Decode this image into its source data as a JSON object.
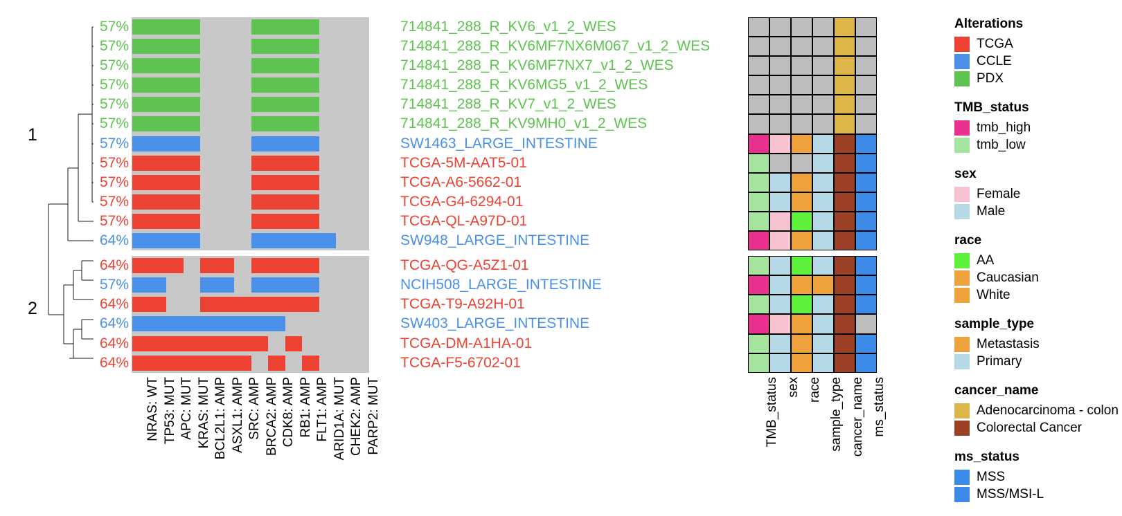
{
  "chart_data": {
    "type": "heatmap",
    "title": "",
    "description": "Oncoprint / clustered mutation-amplification heatmap of colorectal samples with clinical annotation tracks",
    "genes": [
      "NRAS: WT",
      "TP53: MUT",
      "APC: MUT",
      "KRAS: MUT",
      "BCL2L1: AMP",
      "ASXL1: AMP",
      "SRC: AMP",
      "BRCA2: AMP",
      "CDK8: AMP",
      "RB1: AMP",
      "FLT1: AMP",
      "ARID1A: MUT",
      "CHEK2: AMP",
      "PARP2: MUT"
    ],
    "clusters": [
      "1",
      "2"
    ],
    "samples": [
      {
        "name": "714841_288_R_KV6_v1_2_WES",
        "pct": "57%",
        "source": "PDX",
        "cluster": "1",
        "alterations": [
          "PDX",
          "PDX",
          "PDX",
          "PDX",
          null,
          null,
          null,
          "PDX",
          "PDX",
          "PDX",
          "PDX",
          null,
          null,
          null
        ]
      },
      {
        "name": "714841_288_R_KV6MF7NX6M067_v1_2_WES",
        "pct": "57%",
        "source": "PDX",
        "cluster": "1",
        "alterations": [
          "PDX",
          "PDX",
          "PDX",
          "PDX",
          null,
          null,
          null,
          "PDX",
          "PDX",
          "PDX",
          "PDX",
          null,
          null,
          null
        ]
      },
      {
        "name": "714841_288_R_KV6MF7NX7_v1_2_WES",
        "pct": "57%",
        "source": "PDX",
        "cluster": "1",
        "alterations": [
          "PDX",
          "PDX",
          "PDX",
          "PDX",
          null,
          null,
          null,
          "PDX",
          "PDX",
          "PDX",
          "PDX",
          null,
          null,
          null
        ]
      },
      {
        "name": "714841_288_R_KV6MG5_v1_2_WES",
        "pct": "57%",
        "source": "PDX",
        "cluster": "1",
        "alterations": [
          "PDX",
          "PDX",
          "PDX",
          "PDX",
          null,
          null,
          null,
          "PDX",
          "PDX",
          "PDX",
          "PDX",
          null,
          null,
          null
        ]
      },
      {
        "name": "714841_288_R_KV7_v1_2_WES",
        "pct": "57%",
        "source": "PDX",
        "cluster": "1",
        "alterations": [
          "PDX",
          "PDX",
          "PDX",
          "PDX",
          null,
          null,
          null,
          "PDX",
          "PDX",
          "PDX",
          "PDX",
          null,
          null,
          null
        ]
      },
      {
        "name": "714841_288_R_KV9MH0_v1_2_WES",
        "pct": "57%",
        "source": "PDX",
        "cluster": "1",
        "alterations": [
          "PDX",
          "PDX",
          "PDX",
          "PDX",
          null,
          null,
          null,
          "PDX",
          "PDX",
          "PDX",
          "PDX",
          null,
          null,
          null
        ]
      },
      {
        "name": "SW1463_LARGE_INTESTINE",
        "pct": "57%",
        "source": "CCLE",
        "cluster": "1",
        "alterations": [
          "CCLE",
          "CCLE",
          "CCLE",
          "CCLE",
          null,
          null,
          null,
          "CCLE",
          "CCLE",
          "CCLE",
          "CCLE",
          null,
          null,
          null
        ]
      },
      {
        "name": "TCGA-5M-AAT5-01",
        "pct": "57%",
        "source": "TCGA",
        "cluster": "1",
        "alterations": [
          "TCGA",
          "TCGA",
          "TCGA",
          "TCGA",
          null,
          null,
          null,
          "TCGA",
          "TCGA",
          "TCGA",
          "TCGA",
          null,
          null,
          null
        ]
      },
      {
        "name": "TCGA-A6-5662-01",
        "pct": "57%",
        "source": "TCGA",
        "cluster": "1",
        "alterations": [
          "TCGA",
          "TCGA",
          "TCGA",
          "TCGA",
          null,
          null,
          null,
          "TCGA",
          "TCGA",
          "TCGA",
          "TCGA",
          null,
          null,
          null
        ]
      },
      {
        "name": "TCGA-G4-6294-01",
        "pct": "57%",
        "source": "TCGA",
        "cluster": "1",
        "alterations": [
          "TCGA",
          "TCGA",
          "TCGA",
          "TCGA",
          null,
          null,
          null,
          "TCGA",
          "TCGA",
          "TCGA",
          "TCGA",
          null,
          null,
          null
        ]
      },
      {
        "name": "TCGA-QL-A97D-01",
        "pct": "57%",
        "source": "TCGA",
        "cluster": "1",
        "alterations": [
          "TCGA",
          "TCGA",
          "TCGA",
          "TCGA",
          null,
          null,
          null,
          "TCGA",
          "TCGA",
          "TCGA",
          "TCGA",
          null,
          null,
          null
        ]
      },
      {
        "name": "SW948_LARGE_INTESTINE",
        "pct": "64%",
        "source": "CCLE",
        "cluster": "1",
        "alterations": [
          "CCLE",
          "CCLE",
          "CCLE",
          "CCLE",
          null,
          null,
          null,
          "CCLE",
          "CCLE",
          "CCLE",
          "CCLE",
          "CCLE",
          null,
          null
        ]
      },
      {
        "name": "TCGA-QG-A5Z1-01",
        "pct": "64%",
        "source": "TCGA",
        "cluster": "2",
        "alterations": [
          "TCGA",
          "TCGA",
          "TCGA",
          null,
          "TCGA",
          "TCGA",
          null,
          "TCGA",
          "TCGA",
          "TCGA",
          "TCGA",
          null,
          null,
          null
        ]
      },
      {
        "name": "NCIH508_LARGE_INTESTINE",
        "pct": "57%",
        "source": "CCLE",
        "cluster": "2",
        "alterations": [
          "CCLE",
          "CCLE",
          null,
          null,
          "CCLE",
          "CCLE",
          null,
          "CCLE",
          "CCLE",
          "CCLE",
          "CCLE",
          null,
          null,
          null
        ]
      },
      {
        "name": "TCGA-T9-A92H-01",
        "pct": "64%",
        "source": "TCGA",
        "cluster": "2",
        "alterations": [
          "TCGA",
          "TCGA",
          null,
          null,
          "TCGA",
          "TCGA",
          "TCGA",
          "TCGA",
          "TCGA",
          "TCGA",
          "TCGA",
          null,
          null,
          null
        ]
      },
      {
        "name": "SW403_LARGE_INTESTINE",
        "pct": "64%",
        "source": "CCLE",
        "cluster": "2",
        "alterations": [
          "CCLE",
          "CCLE",
          "CCLE",
          "CCLE",
          "CCLE",
          "CCLE",
          "CCLE",
          "CCLE",
          "CCLE",
          null,
          null,
          null,
          null,
          null
        ]
      },
      {
        "name": "TCGA-DM-A1HA-01",
        "pct": "64%",
        "source": "TCGA",
        "cluster": "2",
        "alterations": [
          "TCGA",
          "TCGA",
          "TCGA",
          "TCGA",
          "TCGA",
          "TCGA",
          "TCGA",
          "TCGA",
          null,
          "TCGA",
          null,
          null,
          null,
          null
        ]
      },
      {
        "name": "TCGA-F5-6702-01",
        "pct": "64%",
        "source": "TCGA",
        "cluster": "2",
        "alterations": [
          "TCGA",
          "TCGA",
          "TCGA",
          "TCGA",
          "TCGA",
          "TCGA",
          "TCGA",
          null,
          "TCGA",
          null,
          "TCGA",
          null,
          null,
          null
        ]
      }
    ],
    "annotation_tracks": [
      "TMB_status",
      "sex",
      "race",
      "sample_type",
      "cancer_name",
      "ms_status"
    ],
    "annotations": [
      {
        "TMB_status": null,
        "sex": null,
        "race": null,
        "sample_type": null,
        "cancer_name": "Adenocarcinoma - colon",
        "ms_status": null
      },
      {
        "TMB_status": null,
        "sex": null,
        "race": null,
        "sample_type": null,
        "cancer_name": "Adenocarcinoma - colon",
        "ms_status": null
      },
      {
        "TMB_status": null,
        "sex": null,
        "race": null,
        "sample_type": null,
        "cancer_name": "Adenocarcinoma - colon",
        "ms_status": null
      },
      {
        "TMB_status": null,
        "sex": null,
        "race": null,
        "sample_type": null,
        "cancer_name": "Adenocarcinoma - colon",
        "ms_status": null
      },
      {
        "TMB_status": null,
        "sex": null,
        "race": null,
        "sample_type": null,
        "cancer_name": "Adenocarcinoma - colon",
        "ms_status": null
      },
      {
        "TMB_status": null,
        "sex": null,
        "race": null,
        "sample_type": null,
        "cancer_name": "Adenocarcinoma - colon",
        "ms_status": null
      },
      {
        "TMB_status": "tmb_high",
        "sex": "Female",
        "race": "Caucasian",
        "sample_type": "Primary",
        "cancer_name": "Colorectal Cancer",
        "ms_status": "MSS"
      },
      {
        "TMB_status": "tmb_low",
        "sex": null,
        "race": null,
        "sample_type": "Primary",
        "cancer_name": "Colorectal Cancer",
        "ms_status": "MSS"
      },
      {
        "TMB_status": "tmb_low",
        "sex": "Male",
        "race": "Caucasian",
        "sample_type": "Primary",
        "cancer_name": "Colorectal Cancer",
        "ms_status": "MSS"
      },
      {
        "TMB_status": "tmb_low",
        "sex": "Male",
        "race": "Caucasian",
        "sample_type": "Primary",
        "cancer_name": "Colorectal Cancer",
        "ms_status": "MSS"
      },
      {
        "TMB_status": "tmb_low",
        "sex": "Female",
        "race": "AA",
        "sample_type": "Primary",
        "cancer_name": "Colorectal Cancer",
        "ms_status": "MSS"
      },
      {
        "TMB_status": "tmb_high",
        "sex": "Female",
        "race": "Caucasian",
        "sample_type": "Primary",
        "cancer_name": "Colorectal Cancer",
        "ms_status": "MSS"
      },
      {
        "TMB_status": "tmb_low",
        "sex": "Male",
        "race": "AA",
        "sample_type": "Primary",
        "cancer_name": "Colorectal Cancer",
        "ms_status": "MSS"
      },
      {
        "TMB_status": "tmb_high",
        "sex": "Male",
        "race": "Caucasian",
        "sample_type": "Metastasis",
        "cancer_name": "Colorectal Cancer",
        "ms_status": "MSS"
      },
      {
        "TMB_status": "tmb_low",
        "sex": "Male",
        "race": "AA",
        "sample_type": "Primary",
        "cancer_name": "Colorectal Cancer",
        "ms_status": "MSS"
      },
      {
        "TMB_status": "tmb_high",
        "sex": "Female",
        "race": "Caucasian",
        "sample_type": "Primary",
        "cancer_name": "Colorectal Cancer",
        "ms_status": null
      },
      {
        "TMB_status": "tmb_low",
        "sex": "Male",
        "race": "Caucasian",
        "sample_type": "Primary",
        "cancer_name": "Colorectal Cancer",
        "ms_status": "MSS"
      },
      {
        "TMB_status": "tmb_low",
        "sex": "Male",
        "race": "Caucasian",
        "sample_type": "Primary",
        "cancer_name": "Colorectal Cancer",
        "ms_status": "MSS"
      }
    ]
  },
  "colors": {
    "TCGA": "#ee4233",
    "CCLE": "#4a90e8",
    "PDX": "#5fc351",
    "empty": "#c8c8c8",
    "tmb_high": "#e8308f",
    "tmb_low": "#a5e5a0",
    "Female": "#f7c3d0",
    "Male": "#b5d9e7",
    "AA": "#5ef13c",
    "Caucasian": "#eda23c",
    "White": "#eda23c",
    "Metastasis": "#eda23c",
    "Primary": "#b5d9e7",
    "Adenocarcinoma - colon": "#ddb649",
    "Colorectal Cancer": "#9c4127",
    "MSS": "#3d8be8",
    "MSS/MSI-L": "#3d8be8",
    "na": "#bdbdbd"
  },
  "legends": [
    {
      "title": "Alterations",
      "items": [
        {
          "label": "TCGA",
          "color_key": "TCGA"
        },
        {
          "label": "CCLE",
          "color_key": "CCLE"
        },
        {
          "label": "PDX",
          "color_key": "PDX"
        }
      ]
    },
    {
      "title": "TMB_status",
      "items": [
        {
          "label": "tmb_high",
          "color_key": "tmb_high"
        },
        {
          "label": "tmb_low",
          "color_key": "tmb_low"
        }
      ]
    },
    {
      "title": "sex",
      "items": [
        {
          "label": "Female",
          "color_key": "Female"
        },
        {
          "label": "Male",
          "color_key": "Male"
        }
      ]
    },
    {
      "title": "race",
      "items": [
        {
          "label": "AA",
          "color_key": "AA"
        },
        {
          "label": "Caucasian",
          "color_key": "Caucasian"
        },
        {
          "label": "White",
          "color_key": "White"
        }
      ]
    },
    {
      "title": "sample_type",
      "items": [
        {
          "label": "Metastasis",
          "color_key": "Metastasis"
        },
        {
          "label": "Primary",
          "color_key": "Primary"
        }
      ]
    },
    {
      "title": "cancer_name",
      "items": [
        {
          "label": "Adenocarcinoma - colon",
          "color_key": "Adenocarcinoma - colon"
        },
        {
          "label": "Colorectal Cancer",
          "color_key": "Colorectal Cancer"
        }
      ]
    },
    {
      "title": "ms_status",
      "items": [
        {
          "label": "MSS",
          "color_key": "MSS"
        },
        {
          "label": "MSS/MSI-L",
          "color_key": "MSS/MSI-L"
        }
      ]
    }
  ]
}
